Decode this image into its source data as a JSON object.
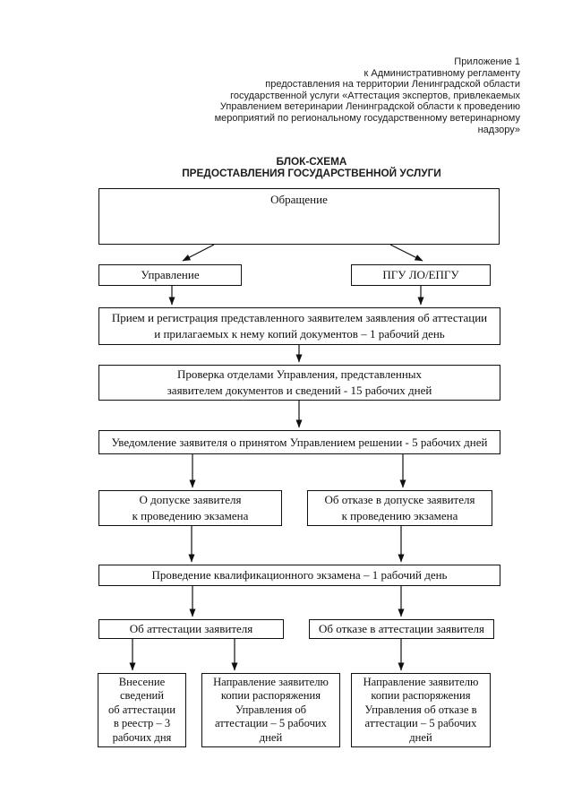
{
  "annotation": {
    "lines": [
      "Приложение 1",
      "к Административному регламенту",
      "предоставления на территории Ленинградской области",
      "государственной услуги «Аттестация экспертов, привлекаемых",
      "Управлением ветеринарии Ленинградской области к проведению",
      "мероприятий по региональному государственному ветеринарному",
      "надзору»"
    ]
  },
  "title": {
    "lines": [
      "БЛОК-СХЕМА",
      "ПРЕДОСТАВЛЕНИЯ ГОСУДАРСТВЕННОЙ УСЛУГИ"
    ]
  },
  "flowchart": {
    "nodes": {
      "obrashchenie": {
        "lines": [
          "Обращение"
        ]
      },
      "upravlenie": {
        "lines": [
          "Управление"
        ]
      },
      "pgu_lo_epgu": {
        "lines": [
          "ПГУ ЛО/ЕПГУ"
        ]
      },
      "priem_registraciya": {
        "lines": [
          "Прием и регистрация представленного заявителем заявления об аттестации",
          "и прилагаемых к нему копий документов – 1 рабочий день"
        ]
      },
      "proverka": {
        "lines": [
          "Проверка отделами Управления, представленных",
          "заявителем документов и сведений - 15 рабочих дней"
        ]
      },
      "uvedomlenie": {
        "lines": [
          "Уведомление заявителя о принятом Управлением решении - 5 рабочих дней"
        ]
      },
      "dopusk": {
        "lines": [
          "О допуске заявителя",
          "к проведению экзамена"
        ]
      },
      "otkaz_v_dopuske": {
        "lines": [
          "Об отказе в допуске заявителя",
          "к проведению экзамена"
        ]
      },
      "ekzamen": {
        "lines": [
          "Проведение квалификационного экзамена – 1 рабочий день"
        ]
      },
      "attestaciya": {
        "lines": [
          "Об аттестации заявителя"
        ]
      },
      "otkaz_v_attestacii": {
        "lines": [
          "Об отказе в аттестации заявителя"
        ]
      },
      "vnesenie_v_reestr": {
        "lines": [
          "Внесение",
          "сведений",
          "об аттестации",
          "в реестр –  3",
          "рабочих дня"
        ]
      },
      "napravlenie_ob_attestacii": {
        "lines": [
          "Направление заявителю",
          "копии распоряжения",
          "Управления об",
          "аттестации – 5 рабочих",
          "дней"
        ]
      },
      "napravlenie_ob_otkaze": {
        "lines": [
          "Направление заявителю",
          "копии распоряжения",
          "Управления об отказе в",
          "аттестации  – 5 рабочих",
          "дней"
        ]
      }
    }
  },
  "colors": {
    "page_background": "#ffffff",
    "text": "#101010",
    "box_border": "#101010",
    "arrow": "#101010"
  }
}
